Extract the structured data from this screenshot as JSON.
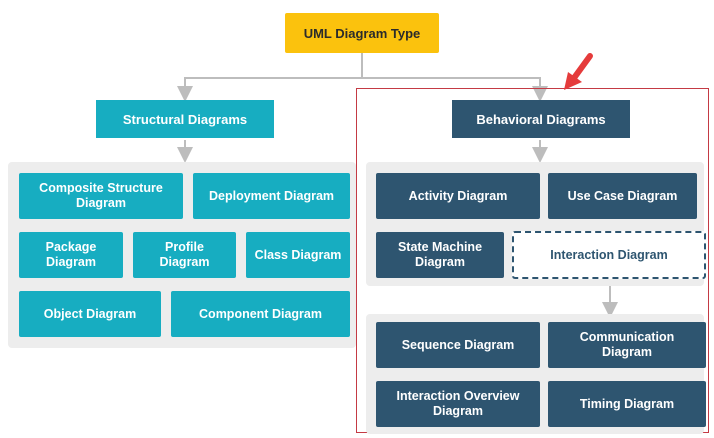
{
  "root": {
    "label": "UML Diagram Type"
  },
  "structural": {
    "title": "Structural Diagrams",
    "items": [
      "Composite Structure Diagram",
      "Deployment Diagram",
      "Package Diagram",
      "Profile Diagram",
      "Class Diagram",
      "Object Diagram",
      "Component Diagram"
    ]
  },
  "behavioral": {
    "title": "Behavioral Diagrams",
    "items": [
      "Activity Diagram",
      "Use Case Diagram",
      "State Machine Diagram",
      "Interaction Diagram"
    ],
    "interaction_items": [
      "Sequence Diagram",
      "Communication Diagram",
      "Interaction Overview Diagram",
      "Timing Diagram"
    ]
  },
  "colors": {
    "root": "#FBC20D",
    "structural": "#17ADC1",
    "behavioral": "#2E5570",
    "highlight": "#C43A44",
    "arrow_pointer": "#E53B3B",
    "panel": "#EDEDED"
  }
}
